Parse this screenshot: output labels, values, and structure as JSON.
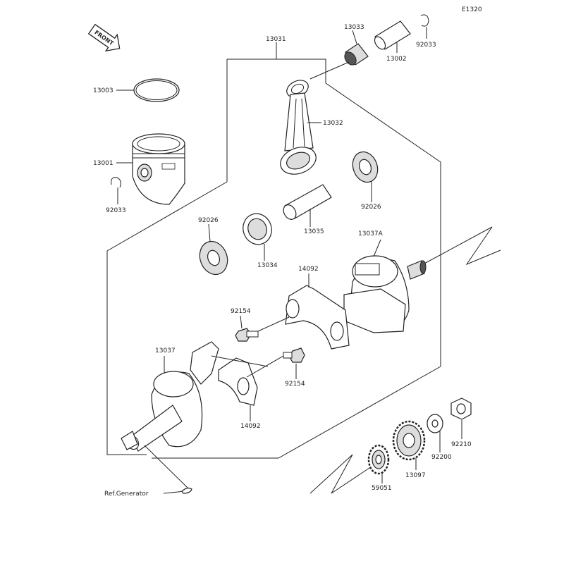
{
  "diagram_code": "E1320",
  "front_badge": "FRONT",
  "ref_label": "Ref.Generator",
  "labels": {
    "p13031": "13031",
    "p13033": "13033",
    "p92033_top": "92033",
    "p13002": "13002",
    "p13003": "13003",
    "p13032": "13032",
    "p13001": "13001",
    "p92033_left": "92033",
    "p92026_right": "92026",
    "p92026_left": "92026",
    "p13035": "13035",
    "p13034": "13034",
    "p13037A": "13037A",
    "p14092_top": "14092",
    "p92154_top": "92154",
    "p13037": "13037",
    "p92154_bottom": "92154",
    "p14092_bottom": "14092",
    "p92210": "92210",
    "p92200": "92200",
    "p13097": "13097",
    "p59051": "59051"
  }
}
